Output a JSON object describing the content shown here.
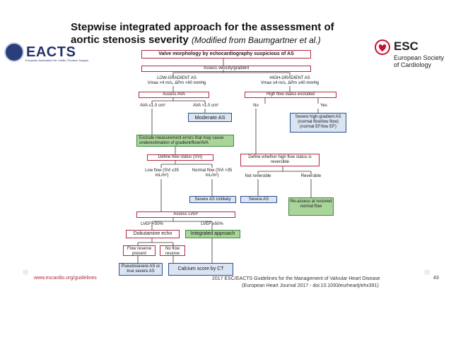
{
  "title_line1": "Stepwise integrated approach for the assessment of",
  "title_line2": "aortic stenosis severity",
  "title_sub": "(Modified from Baumgartner et al.)",
  "logos": {
    "eacts": "EACTS",
    "eacts_small": "European Association for Cardio-Thoracic Surgery",
    "esc": "ESC",
    "esc_soc1": "European Society",
    "esc_soc2": "of Cardiology"
  },
  "flow": {
    "valve": "Valve morphology by echocardiography suspicious of AS",
    "assess_vel": "Assess velocity/gradient",
    "low_grad": "LOW-GRADIENT AS",
    "low_grad_def": "Vmax <4 m/s, ΔPm <40 mmHg",
    "high_grad": "HIGH-GRADIENT AS",
    "high_grad_def": "Vmax ≥4 m/s, ΔPm ≥40 mmHg",
    "assess_ava": "Assess AVA",
    "high_flow_excl": "High flow status excluded",
    "ava_low": "AVA ≤1.0 cm²",
    "ava_high": "AVA >1.0 cm²",
    "no": "No",
    "yes": "Yes",
    "moderate": "Moderate AS",
    "severe_high": "Severe high-gradient AS (normal flow/low flow) (normal EF/low EF)",
    "exclude": "Exclude measurement errors that may cause underestimation of gradient/flow/AVA",
    "define_flow": "Define flow status (SVi)",
    "define_high_flow": "Define whether high flow status is reversible",
    "low_flow": "Low flow (SVi ≤35 mL/m²)",
    "normal_flow": "Normal flow (SVi >35 mL/m²)",
    "not_reversible": "Not reversible",
    "reversible": "Reversible",
    "severe_unlikely": "Severe AS Unlikely",
    "severe_as": "Severe AS",
    "reassess": "Re-assess at restored normal flow",
    "assess_lvef": "Assess LVEF",
    "lvef_low": "LVEF <50%",
    "lvef_high": "LVEF ≥50%",
    "dobutamine": "Dobutamine echo",
    "integrated": "Integrated approach",
    "flow_reserve": "Flow reserve present",
    "no_flow_reserve": "No flow reserve",
    "pseudo": "Pseudosevere AS or true severe AS",
    "calcium": "Calcium score by CT"
  },
  "footer": {
    "url": "www.escardio.org/guidelines",
    "cite1": "2017 ESC/EACTS Guidelines for the Management of Valvular Heart Disease",
    "cite2": "(European Heart Journal 2017 - doi:10.1093/eurheartj/ehx391)",
    "page": "43"
  },
  "colors": {
    "red_border": "#b2283e",
    "blue_fill": "#dbe4f2",
    "green_fill": "#a9d49a",
    "eacts_blue": "#24336b",
    "esc_red": "#c8102e"
  }
}
